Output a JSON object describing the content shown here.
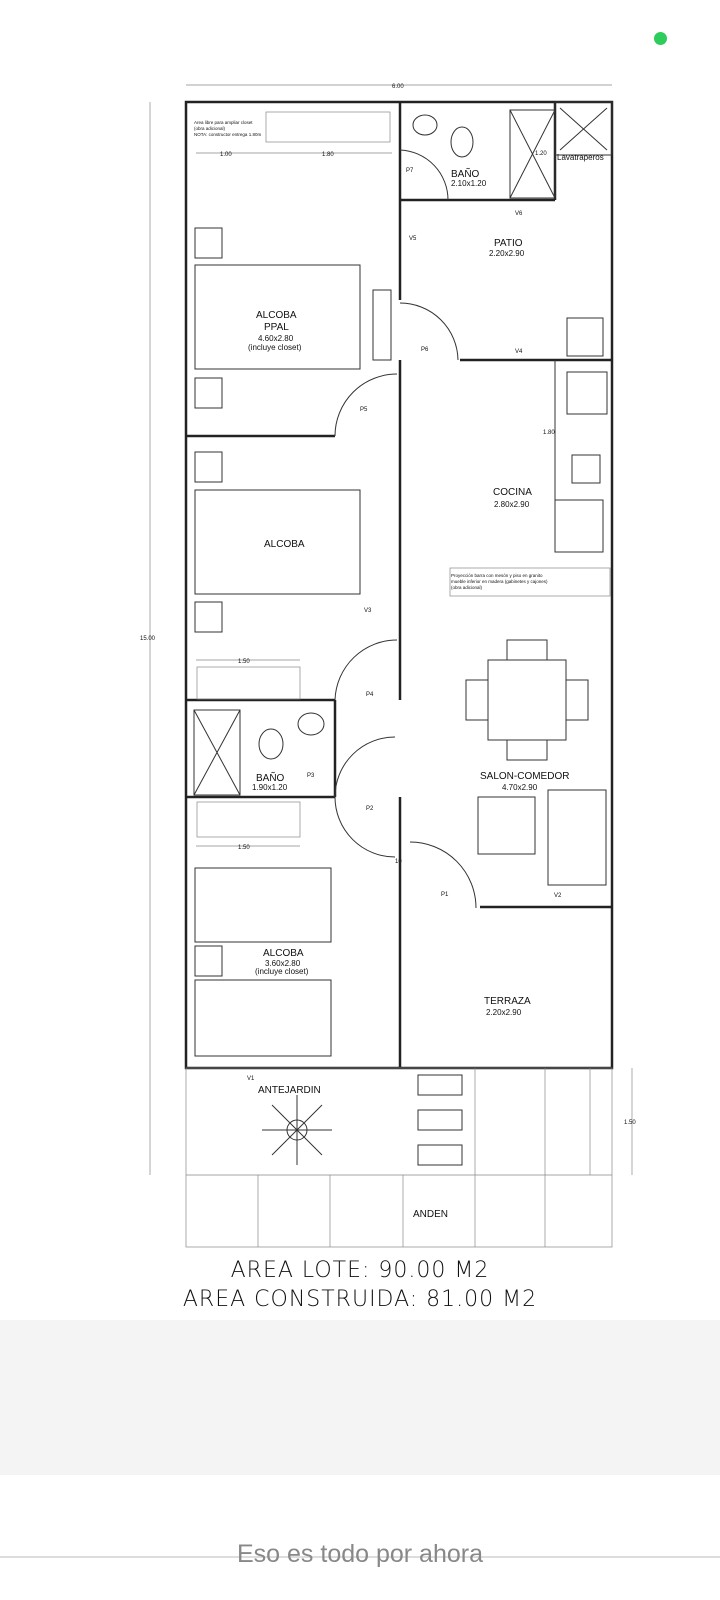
{
  "status": {
    "indicator_color": "#2ecc5a"
  },
  "plan": {
    "dims": {
      "width": "6.00",
      "length": "15.00",
      "d_100": "1.00",
      "d_180": "1.80",
      "d_120": "1.20",
      "kitchen_180": "1.80",
      "d_150_a": "1.50",
      "d_150_b": "1.50",
      "front_150": "1.50",
      "d_10": "10"
    },
    "notes": {
      "closet_note_1": "Area libre para ampliar closet",
      "closet_note_2": "(obra adicional)",
      "closet_note_3": "NOTA: constructor entrega 1.80m",
      "kitchen_note_1": "Proyección barra con mesón y piso en granito",
      "kitchen_note_2": "mueble inferior en madera (gabinetes y cajones)",
      "kitchen_note_3": "(obra adicional)"
    },
    "rooms": {
      "bano1": {
        "name": "BAÑO",
        "size": "2.10x1.20"
      },
      "lavatraperos": {
        "name": "Lavatraperos"
      },
      "patio": {
        "name": "PATIO",
        "size": "2.20x2.90"
      },
      "alcoba_ppal": {
        "name": "ALCOBA",
        "name2": "PPAL",
        "size": "4.60x2.80",
        "note": "(incluye closet)"
      },
      "cocina": {
        "name": "COCINA",
        "size": "2.80x2.90"
      },
      "alcoba2": {
        "name": "ALCOBA"
      },
      "bano2": {
        "name": "BAÑO",
        "size": "1.90x1.20"
      },
      "salon": {
        "name": "SALON-COMEDOR",
        "size": "4.70x2.90"
      },
      "alcoba3": {
        "name": "ALCOBA",
        "size": "3.60x2.80",
        "note": "(incluye closet)"
      },
      "terraza": {
        "name": "TERRAZA",
        "size": "2.20x2.90"
      },
      "antejardin": {
        "name": "ANTEJARDIN"
      },
      "anden": {
        "name": "ANDEN"
      }
    },
    "tags": {
      "p1": "P1",
      "p2": "P2",
      "p3": "P3",
      "p4": "P4",
      "p5": "P5",
      "p6": "P6",
      "p7": "P7",
      "v1": "V1",
      "v2": "V2",
      "v3": "V3",
      "v4": "V4",
      "v5": "V5",
      "v6": "V6"
    }
  },
  "summary": {
    "area_lote": "AREA LOTE: 90.00 M2",
    "area_construida": "AREA CONSTRUIDA: 81.00 M2"
  },
  "footer": {
    "end_text": "Eso es todo por ahora"
  }
}
